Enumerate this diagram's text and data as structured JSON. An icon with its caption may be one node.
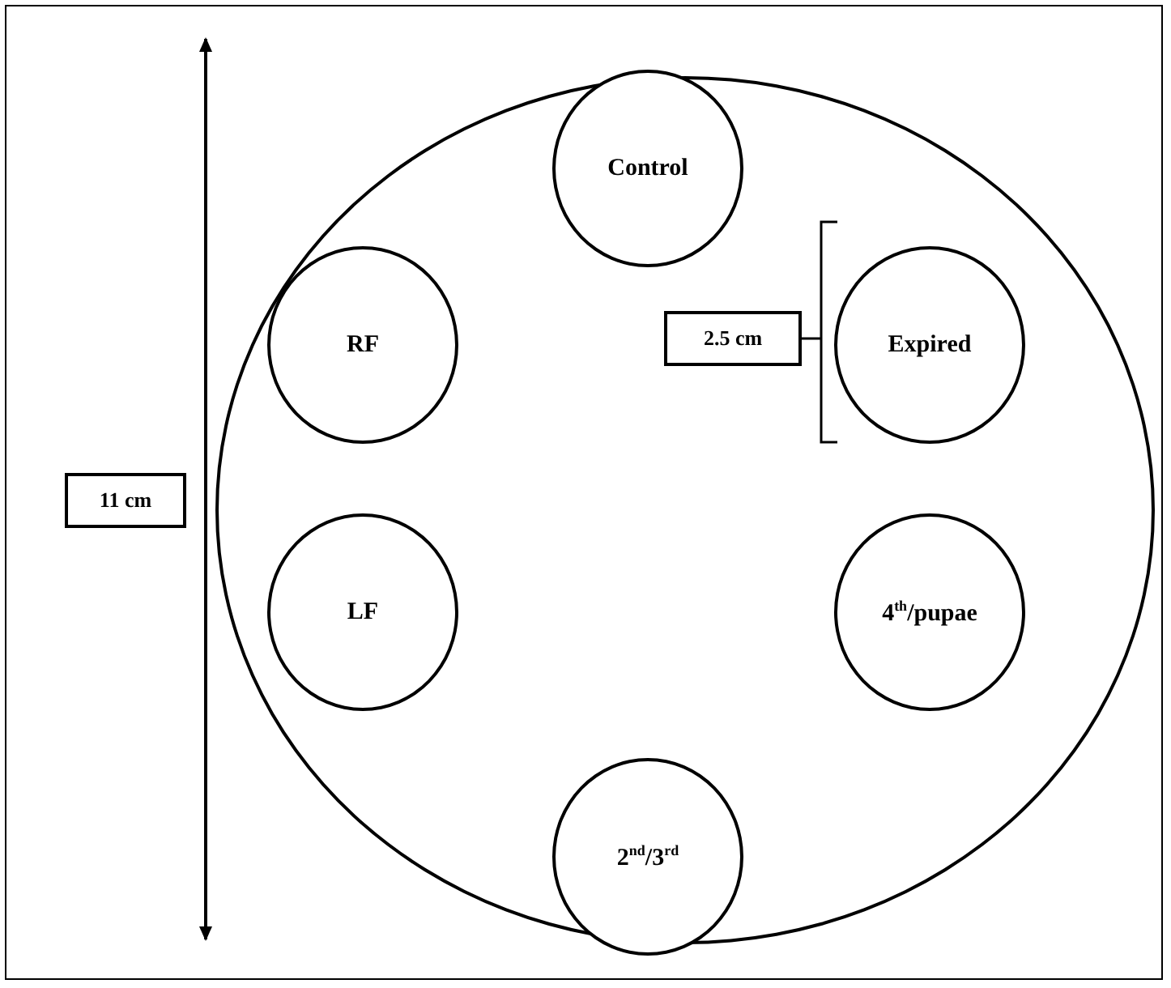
{
  "diagram": {
    "nodes": [
      {
        "text": [],
        "shape": "circle"
      },
      {
        "text": [
          "Control"
        ],
        "in": 0
      },
      {
        "text": [
          "RF"
        ],
        "in": 0
      },
      {
        "text": [
          "Expired"
        ],
        "in": 0
      },
      {
        "text": [
          "LF"
        ],
        "in": 0
      },
      {
        "text": [
          "4$^{th}$/pupae"
        ],
        "in": 0
      },
      {
        "text": [
          "2$^{nd}$/3$^{rd}$"
        ],
        "in": 0
      }
    ],
    "labels": [
      "11 cm",
      "2.5 cm"
    ]
  }
}
